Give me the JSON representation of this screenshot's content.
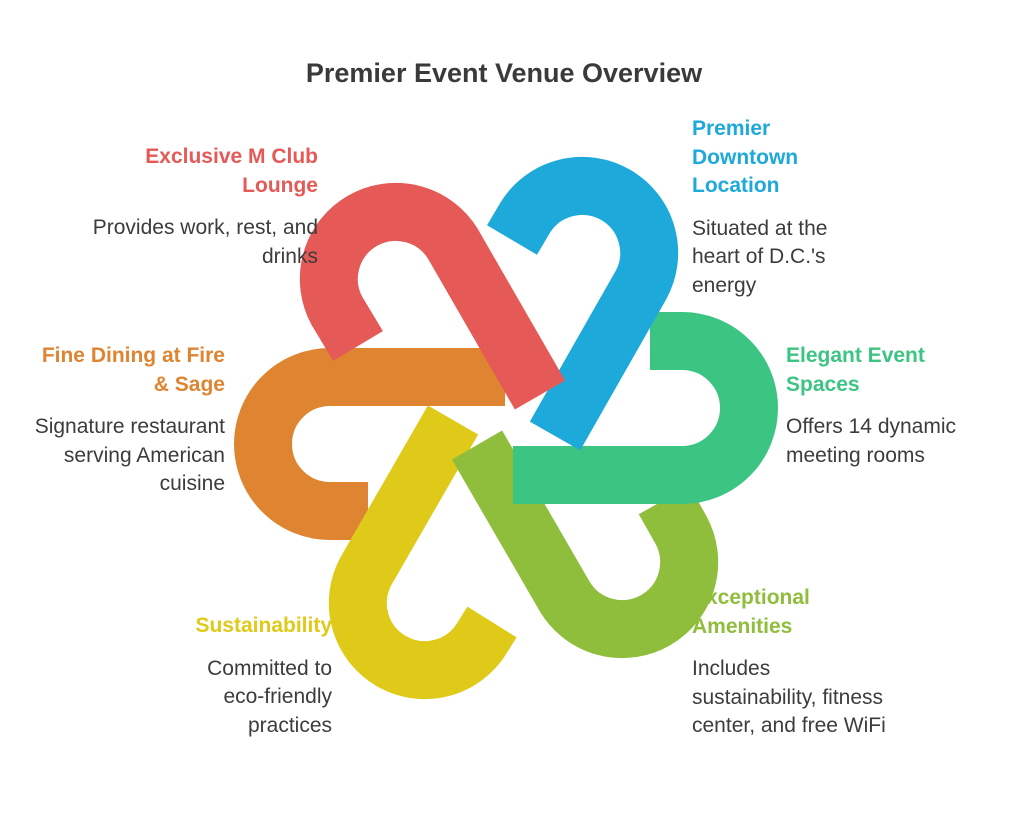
{
  "title": "Premier Event Venue Overview",
  "colors": {
    "red": "#e55a57",
    "blue": "#1ea9db",
    "green": "#3cc482",
    "olive": "#8fbd3c",
    "yellow": "#dfca19",
    "orange": "#df8431"
  },
  "items": [
    {
      "heading": "Exclusive M Club Lounge",
      "body": "Provides work, rest, and drinks",
      "color": "#e55a57"
    },
    {
      "heading": "Premier Downtown Location",
      "body": "Situated at the heart of D.C.'s energy",
      "color": "#1ea9db"
    },
    {
      "heading": "Elegant Event Spaces",
      "body": "Offers 14 dynamic meeting rooms",
      "color": "#3cc482"
    },
    {
      "heading": "Exceptional Amenities",
      "body": "Includes sustainability, fitness center, and free WiFi",
      "color": "#8fbd3c"
    },
    {
      "heading": "Sustainability",
      "body": "Committed to eco-friendly practices",
      "color": "#dfca19"
    },
    {
      "heading": "Fine Dining at Fire & Sage",
      "body": "Signature restaurant serving American cuisine",
      "color": "#df8431"
    }
  ]
}
